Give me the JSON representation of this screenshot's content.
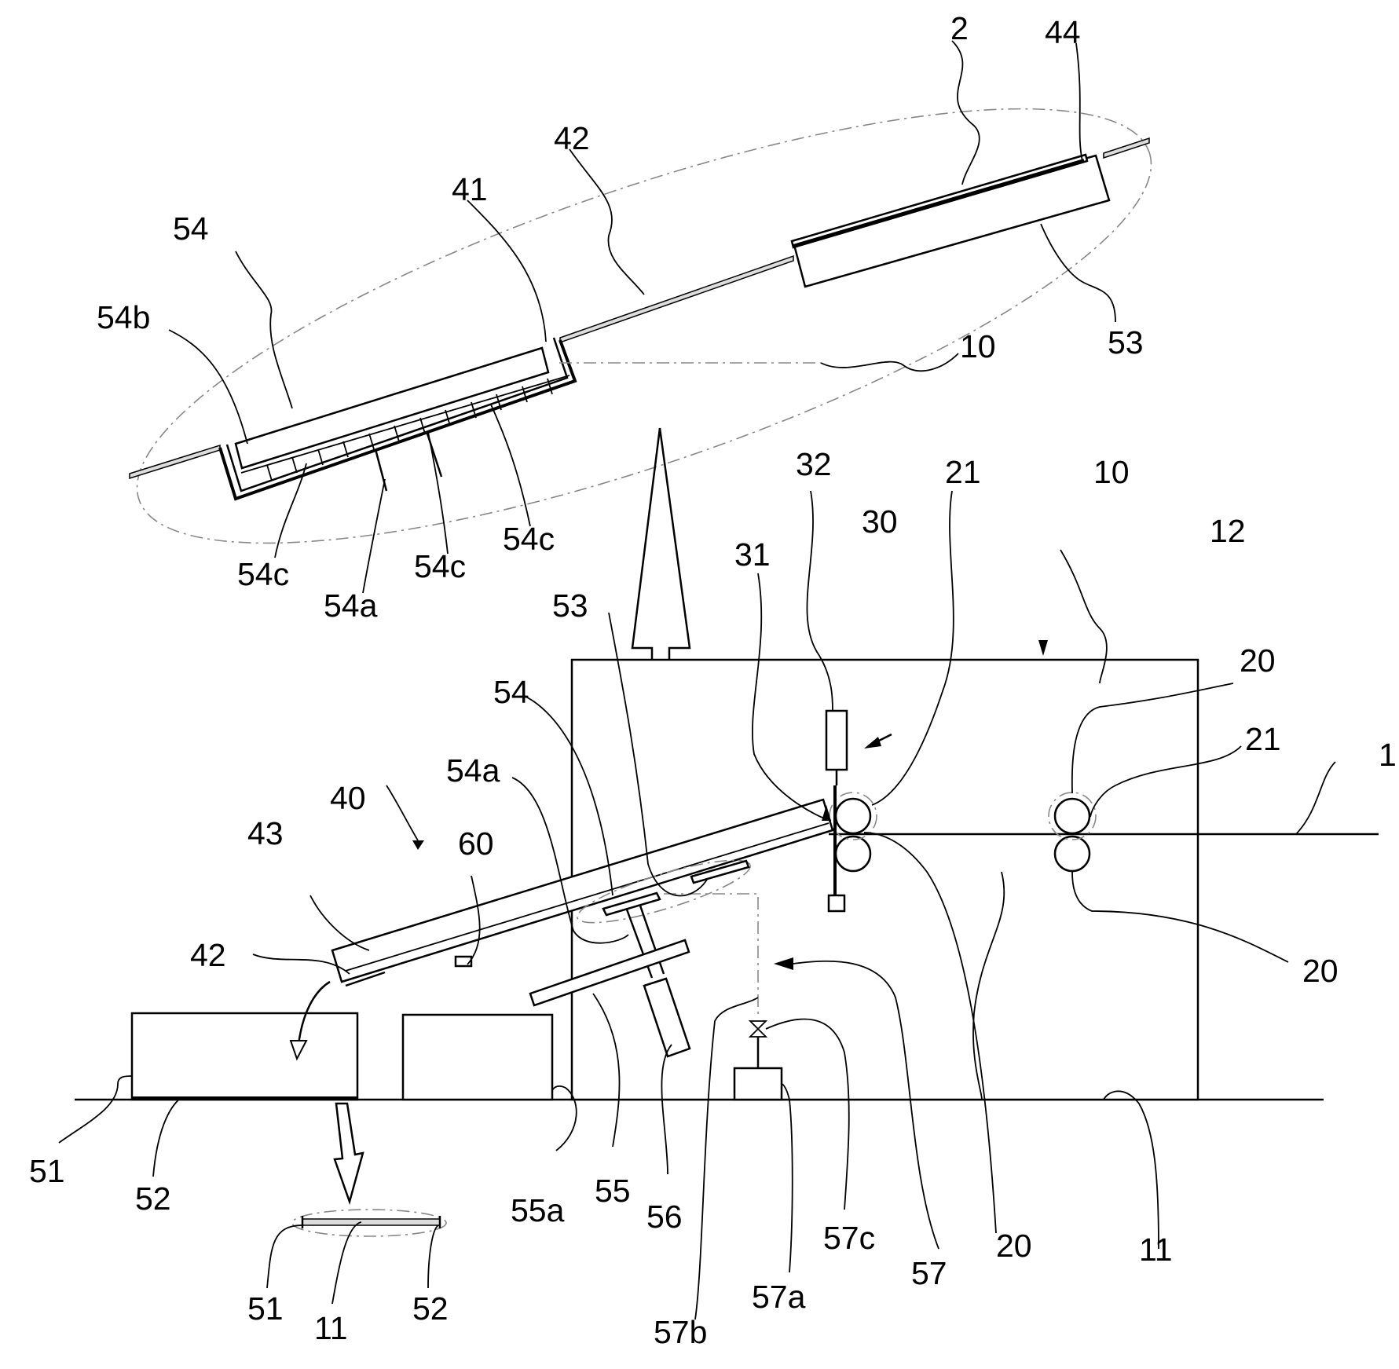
{
  "labels": {
    "l_2": "2",
    "l_44": "44",
    "l_42_top": "42",
    "l_41": "41",
    "l_54_top": "54",
    "l_54b": "54b",
    "l_53_top": "53",
    "l_10_top": "10",
    "l_54c_a": "54c",
    "l_54a_top": "54a",
    "l_54c_b": "54c",
    "l_54c_c": "54c",
    "l_32": "32",
    "l_21_a": "21",
    "l_30": "30",
    "l_10_b": "10",
    "l_12": "12",
    "l_31": "31",
    "l_53_b": "53",
    "l_20_a": "20",
    "l_54_b": "54",
    "l_21_b": "21",
    "l_1": "1",
    "l_54a_b": "54a",
    "l_40": "40",
    "l_43": "43",
    "l_60": "60",
    "l_42_b": "42",
    "l_20_b": "20",
    "l_51_a": "51",
    "l_52_a": "52",
    "l_55a": "55a",
    "l_55": "55",
    "l_56": "56",
    "l_57c": "57c",
    "l_57": "57",
    "l_20_c": "20",
    "l_11_a": "11",
    "l_57a": "57a",
    "l_57b": "57b",
    "l_51_b": "51",
    "l_11_b": "11",
    "l_52_b": "52"
  }
}
